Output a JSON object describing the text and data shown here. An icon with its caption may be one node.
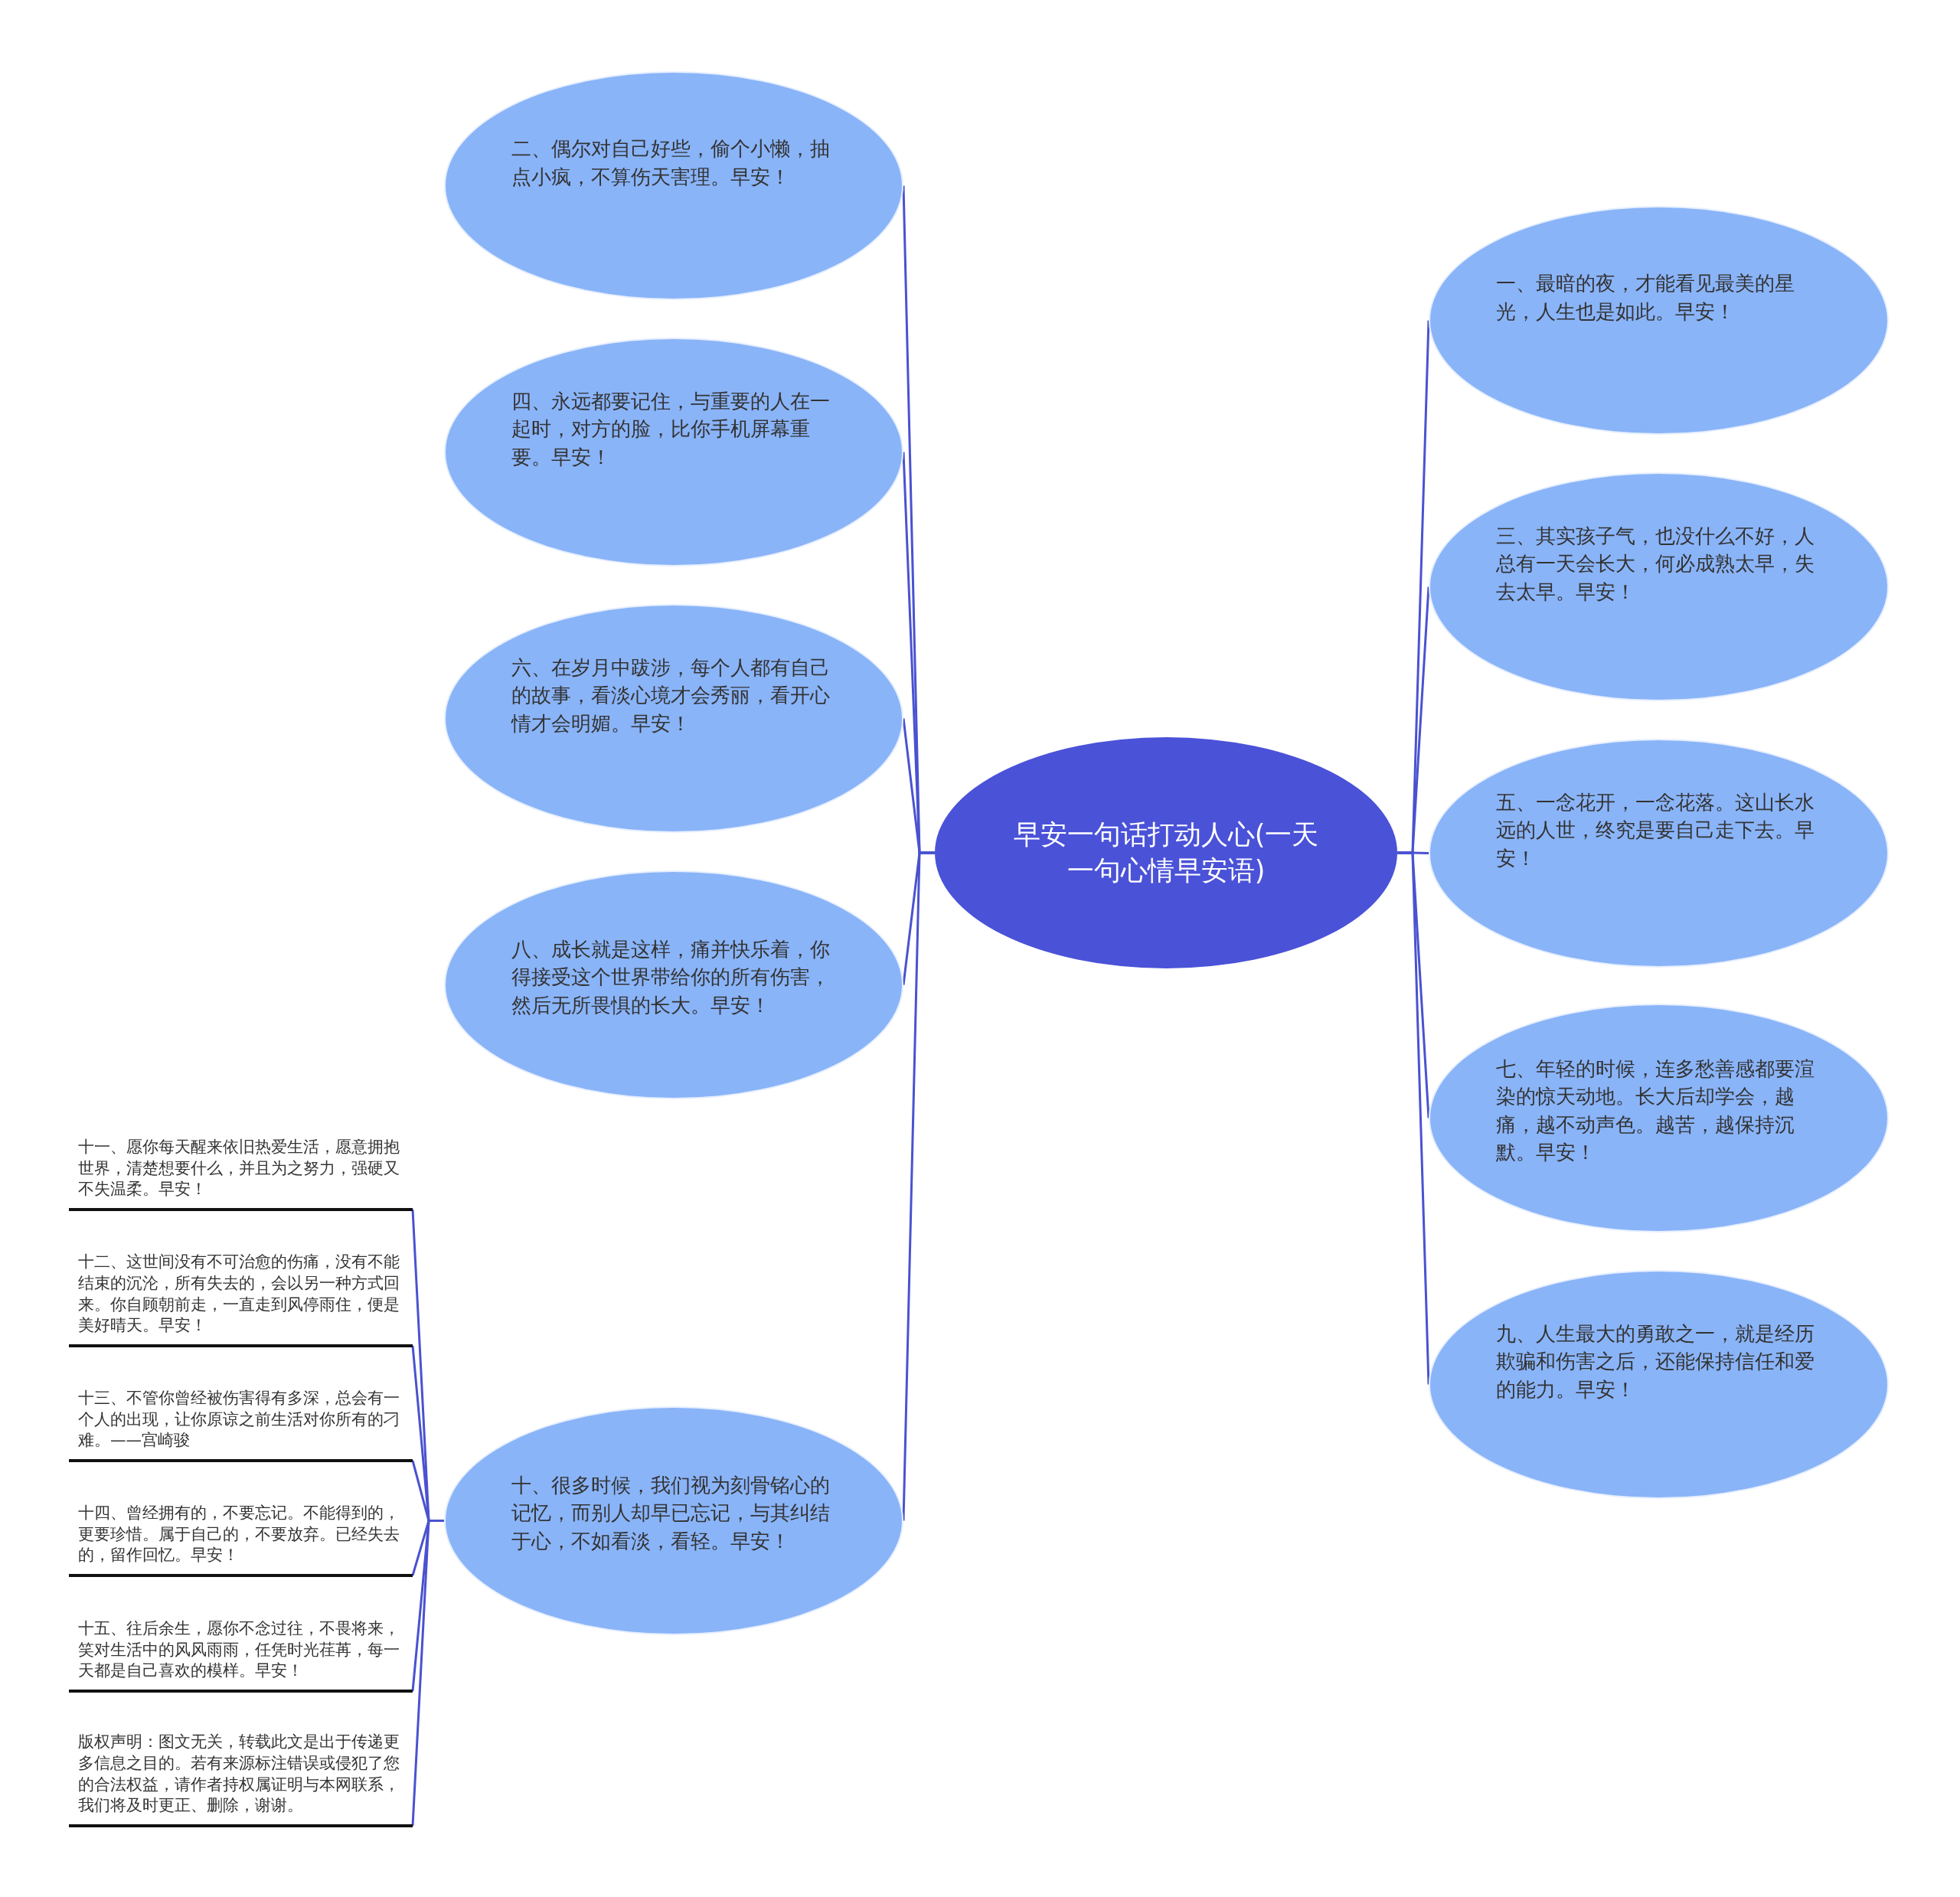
{
  "diagram": {
    "nodes": [
      {
        "text": [
          "早安一句话打动人心(一天一句心情早安语)"
        ]
      },
      {
        "text": [
          "一、最暗的夜，才能看见最美的星光，人生也是如此。早安！"
        ]
      },
      {
        "text": [
          "二、偶尔对自己好些，偷个小懒，抽点小疯，不算伤天害理。早安！"
        ]
      },
      {
        "text": [
          "三、其实孩子气，也没什么不好，人总有一天会长大，何必成熟太早，失去太早。早安！"
        ]
      },
      {
        "text": [
          "四、永远都要记住，与重要的人在一起时，对方的脸，比你手机屏幕重要。早安！"
        ]
      },
      {
        "text": [
          "五、一念花开，一念花落。这山长水远的人世，终究是要自己走下去。早安！"
        ]
      },
      {
        "text": [
          "六、在岁月中跋涉，每个人都有自己的故事，看淡心境才会秀丽，看开心情才会明媚。早安！"
        ]
      },
      {
        "text": [
          "七、年轻的时候，连多愁善感都要渲染的惊天动地。长大后却学会，越痛，越不动声色。越苦，越保持沉默。早安！"
        ]
      },
      {
        "text": [
          "八、成长就是这样，痛并快乐着，你得接受这个世界带给你的所有伤害，然后无所畏惧的长大。早安！"
        ]
      },
      {
        "text": [
          "九、人生最大的勇敢之一，就是经历欺骗和伤害之后，还能保持信任和爱的能力。早安！"
        ]
      },
      {
        "text": [
          "十、很多时候，我们视为刻骨铭心的记忆，而别人却早已忘记，与其纠结于心，不如看淡，看轻。早安！"
        ]
      },
      {
        "text": [
          "十一、愿你每天醒来依旧热爱生活，愿意拥抱世界，清楚想要什么，并且为之努力，强硬又不失温柔。早安！"
        ]
      },
      {
        "text": [
          "十二、这世间没有不可治愈的伤痛，没有不能结束的沉沦，所有失去的，会以另一种方式回来。你自顾朝前走，一直走到风停雨住，便是美好晴天。早安！"
        ]
      },
      {
        "text": [
          "十三、不管你曾经被伤害得有多深，总会有一个人的出现，让你原谅之前生活对你所有的刁难。——宫崎骏"
        ]
      },
      {
        "text": [
          "十四、曾经拥有的，不要忘记。不能得到的，更要珍惜。属于自己的，不要放弃。已经失去的，留作回忆。早安！"
        ]
      },
      {
        "text": [
          "十五、往后余生，愿你不念过往，不畏将来，笑对生活中的风风雨雨，任凭时光荏苒，每一天都是自己喜欢的模样。早安！"
        ]
      },
      {
        "text": [
          "版权声明：图文无关，转载此文是出于传递更多信息之目的。若有来源标注错误或侵犯了您的合法权益，请作者持权属证明与本网联系，我们将及时更正、删除，谢谢。"
        ]
      }
    ],
    "edges": [
      {
        "from": 0,
        "to": 1,
        "arrow": "none"
      },
      {
        "from": 0,
        "to": 2,
        "arrow": "none"
      },
      {
        "from": 0,
        "to": 3,
        "arrow": "none"
      },
      {
        "from": 0,
        "to": 4,
        "arrow": "none"
      },
      {
        "from": 0,
        "to": 5,
        "arrow": "none"
      },
      {
        "from": 0,
        "to": 6,
        "arrow": "none"
      },
      {
        "from": 0,
        "to": 7,
        "arrow": "none"
      },
      {
        "from": 0,
        "to": 8,
        "arrow": "none"
      },
      {
        "from": 0,
        "to": 9,
        "arrow": "none"
      },
      {
        "from": 0,
        "to": 10,
        "arrow": "none"
      },
      {
        "from": 10,
        "to": 11,
        "arrow": "none"
      },
      {
        "from": 10,
        "to": 12,
        "arrow": "none"
      },
      {
        "from": 10,
        "to": 13,
        "arrow": "none"
      },
      {
        "from": 10,
        "to": 14,
        "arrow": "none"
      },
      {
        "from": 10,
        "to": 15,
        "arrow": "none"
      },
      {
        "from": 10,
        "to": 16,
        "arrow": "none"
      }
    ]
  }
}
